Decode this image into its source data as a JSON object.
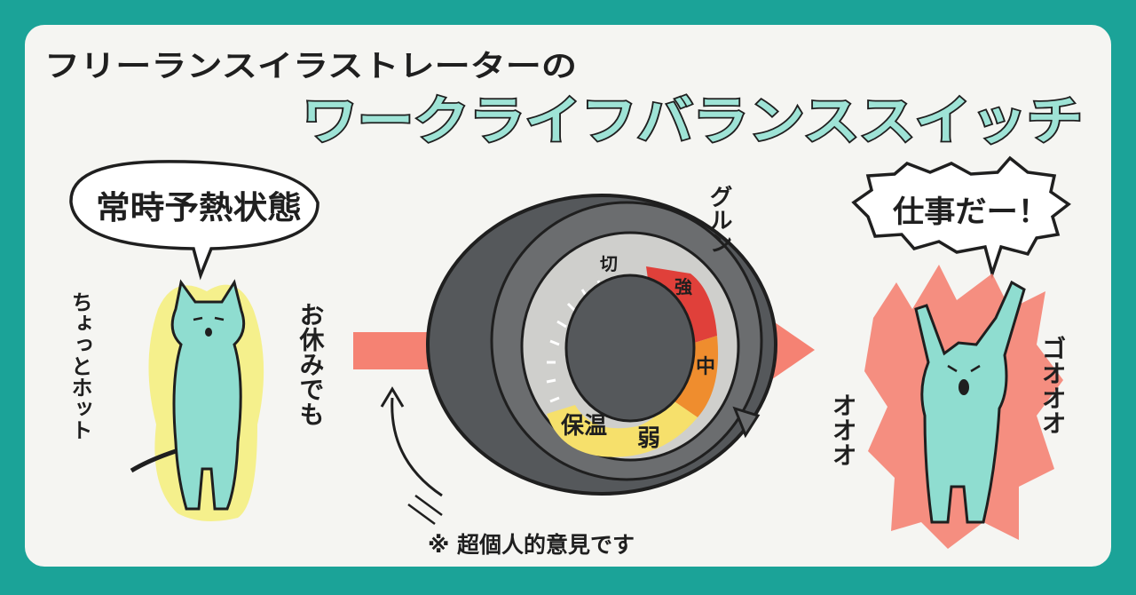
{
  "title_top": "フリーランスイラストレーターの",
  "title_main": "ワークライフバランススイッチ",
  "left": {
    "speech": "常時予熱状態",
    "side_left": "ちょっとホット",
    "side_right": "お休みでも"
  },
  "right": {
    "speech": "仕事だー！",
    "sfx_right": "ゴオオオ",
    "sfx_left": "オオオ"
  },
  "knob": {
    "spin_sound": "グルン",
    "label_top": "切",
    "label_strong": "強",
    "label_mid": "中",
    "label_weak": "弱",
    "label_keepwarm": "保温"
  },
  "footnote": "※ 超個人的意見です",
  "colors": {
    "frame": "#1ba398",
    "card": "#f5f5f2",
    "title_main": "#9ee3d6",
    "cat": "#8fddd0",
    "aura_left": "#f4ee6a",
    "aura_right": "#f47b6c",
    "arrow": "#f47b6c",
    "knob_outer": "#6b6d6f",
    "strong": "#e0403a",
    "mid": "#ef8d2e",
    "weak": "#f6e06b"
  }
}
